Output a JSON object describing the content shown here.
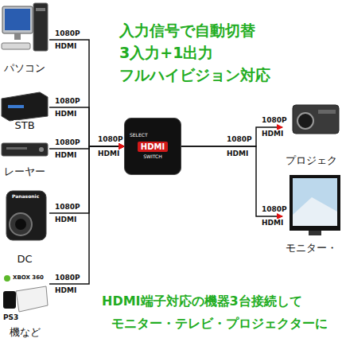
{
  "diagram": {
    "nodes": [
      {
        "text": [
          "パソコン"
        ]
      },
      {
        "text": [
          "STB"
        ]
      },
      {
        "text": [
          "レーヤー"
        ]
      },
      {
        "text": [
          "DC"
        ]
      },
      {
        "text": [
          "機など"
        ]
      },
      {
        "text": [
          "SELECT",
          "HDMI",
          "SWITCH"
        ]
      },
      {
        "text": [
          "プロジェク"
        ]
      },
      {
        "text": [
          "モニター・"
        ]
      }
    ],
    "edges": [
      {
        "from": 0,
        "to": 5,
        "arrow": "to",
        "label": "1080P"
      },
      {
        "from": 1,
        "to": 5,
        "arrow": "to",
        "label": "1080P"
      },
      {
        "from": 2,
        "to": 5,
        "arrow": "to",
        "label": "1080P"
      },
      {
        "from": 3,
        "to": 5,
        "arrow": "to",
        "label": "1080P"
      },
      {
        "from": 4,
        "to": 5,
        "arrow": "to",
        "label": "1080P"
      },
      {
        "from": 5,
        "to": 6,
        "arrow": "to",
        "label": "1080P"
      },
      {
        "from": 5,
        "to": 7,
        "arrow": "to",
        "label": "1080P"
      }
    ],
    "labels": [
      "入力信号で自動切替",
      "3入力+1出力",
      "フルハイビジョン対応",
      "HDMI",
      "HDMI",
      "HDMI",
      "HDMI",
      "HDMI",
      "1080P",
      "HDMI",
      "1080P",
      "HDMI",
      "HDMI",
      "HDMI",
      "XBOX 360",
      "PS3",
      "HDMI端子対応の機器3台接続して",
      "モニター・テレビ・プロジェクターに",
      "Panasonic"
    ]
  }
}
